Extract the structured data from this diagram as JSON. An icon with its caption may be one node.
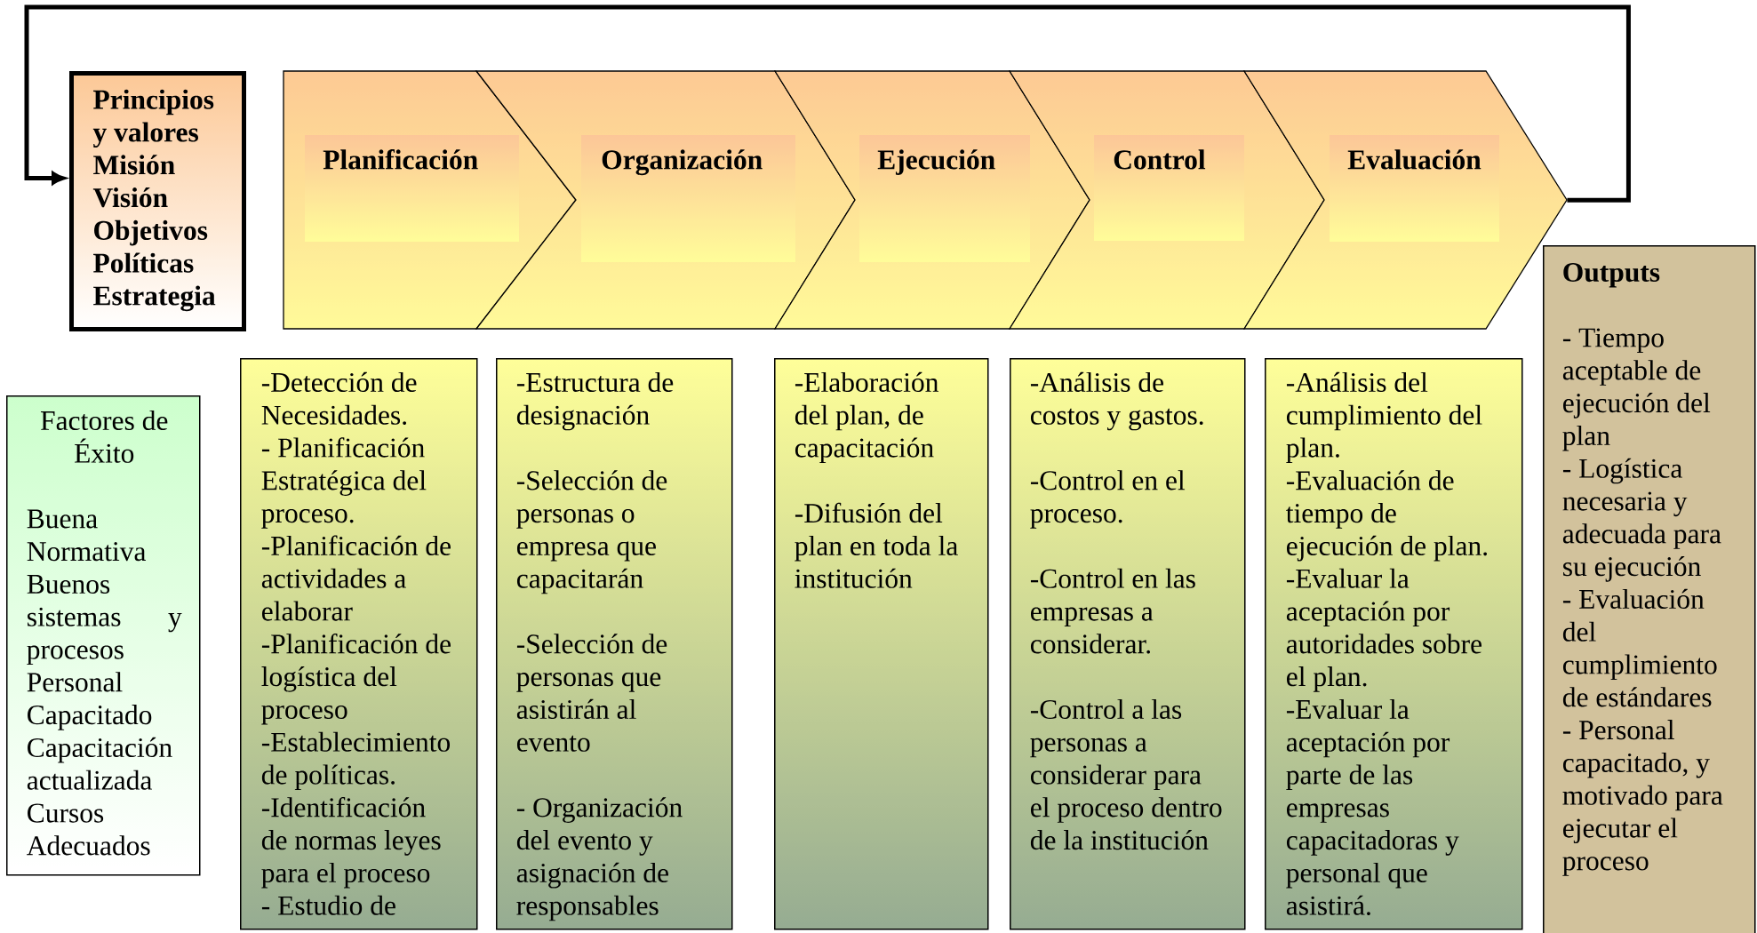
{
  "diagram": {
    "nodes": [
      {
        "text": [
          "Principios y valores",
          "Misión",
          "Visión",
          "Objetivos",
          "Políticas",
          "Estrategia"
        ]
      },
      {
        "text": [
          "Planificación"
        ]
      },
      {
        "text": [
          "Organización"
        ]
      },
      {
        "text": [
          "Ejecución"
        ]
      },
      {
        "text": [
          "Control"
        ]
      },
      {
        "text": [
          "Evaluación"
        ]
      },
      {
        "text": [
          "Factores de Éxito",
          "Buena Normativa Buenos sistemas y procesos Personal Capacitado Capacitación actualizada Cursos Adecuados"
        ]
      },
      {
        "text": [
          "-Detección de Necesidades.",
          "- Planificación Estratégica del proceso.",
          "-Planificación de actividades a elaborar",
          "-Planificación de logística del proceso",
          "-Establecimiento de políticas.",
          "-Identificación de normas leyes para el proceso",
          "- Estudio de"
        ]
      },
      {
        "text": [
          "-Estructura de designación",
          "-Selección de personas o empresa que capacitarán",
          "-Selección de personas que asistirán al evento",
          "- Organización del evento y asignación de responsables"
        ]
      },
      {
        "text": [
          "-Elaboración del plan, de capacitación",
          "-Difusión del plan en toda la institución"
        ]
      },
      {
        "text": [
          "-Análisis de costos y gastos.",
          "-Control en el proceso.",
          "-Control en las empresas a considerar.",
          "-Control a las personas a considerar para el proceso dentro de la institución"
        ]
      },
      {
        "text": [
          "-Análisis del cumplimiento del plan.",
          "-Evaluación de tiempo de ejecución de plan.",
          "-Evaluar la aceptación por autoridades sobre el plan.",
          "-Evaluar la aceptación por parte de las empresas capacitadoras y personal que asistirá."
        ]
      },
      {
        "text": [
          "Outputs",
          "- Tiempo aceptable de ejecución del plan",
          "- Logística necesaria y adecuada para su ejecución",
          "- Evaluación del cumplimiento de estándares",
          "- Personal capacitado, y motivado para ejecutar el proceso"
        ]
      }
    ],
    "edges": [
      {
        "from": 5,
        "to": 0,
        "arrow": "to"
      }
    ]
  }
}
